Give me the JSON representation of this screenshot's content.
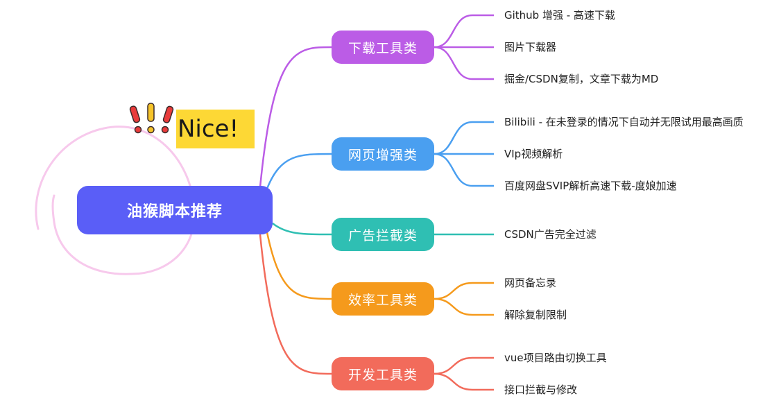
{
  "root": {
    "label": "油猴脚本推荐"
  },
  "sticker": {
    "label": "Nice!"
  },
  "colors": {
    "root": "#5a5ef7",
    "sticker_bg": "#fdd835",
    "scribble": "#f7c9ec"
  },
  "branches": [
    {
      "label": "下载工具类",
      "color": "#bb5ce6",
      "children": [
        {
          "label": "Github 增强 - 高速下载"
        },
        {
          "label": "图片下载器"
        },
        {
          "label": "掘金/CSDN复制，文章下载为MD"
        }
      ]
    },
    {
      "label": "网页增强类",
      "color": "#4a9ff0",
      "children": [
        {
          "label": "Bilibili - 在未登录的情况下自动并无限试用最高画质"
        },
        {
          "label": "VIp视频解析"
        },
        {
          "label": "百度网盘SVIP解析高速下载-度娘加速"
        }
      ]
    },
    {
      "label": "广告拦截类",
      "color": "#2fbfb3",
      "children": [
        {
          "label": "CSDN广告完全过滤"
        }
      ]
    },
    {
      "label": "效率工具类",
      "color": "#f59a1c",
      "children": [
        {
          "label": "网页备忘录"
        },
        {
          "label": "解除复制限制"
        }
      ]
    },
    {
      "label": "开发工具类",
      "color": "#f26b5b",
      "children": [
        {
          "label": "vue项目路由切换工具"
        },
        {
          "label": "接口拦截与修改"
        }
      ]
    }
  ]
}
